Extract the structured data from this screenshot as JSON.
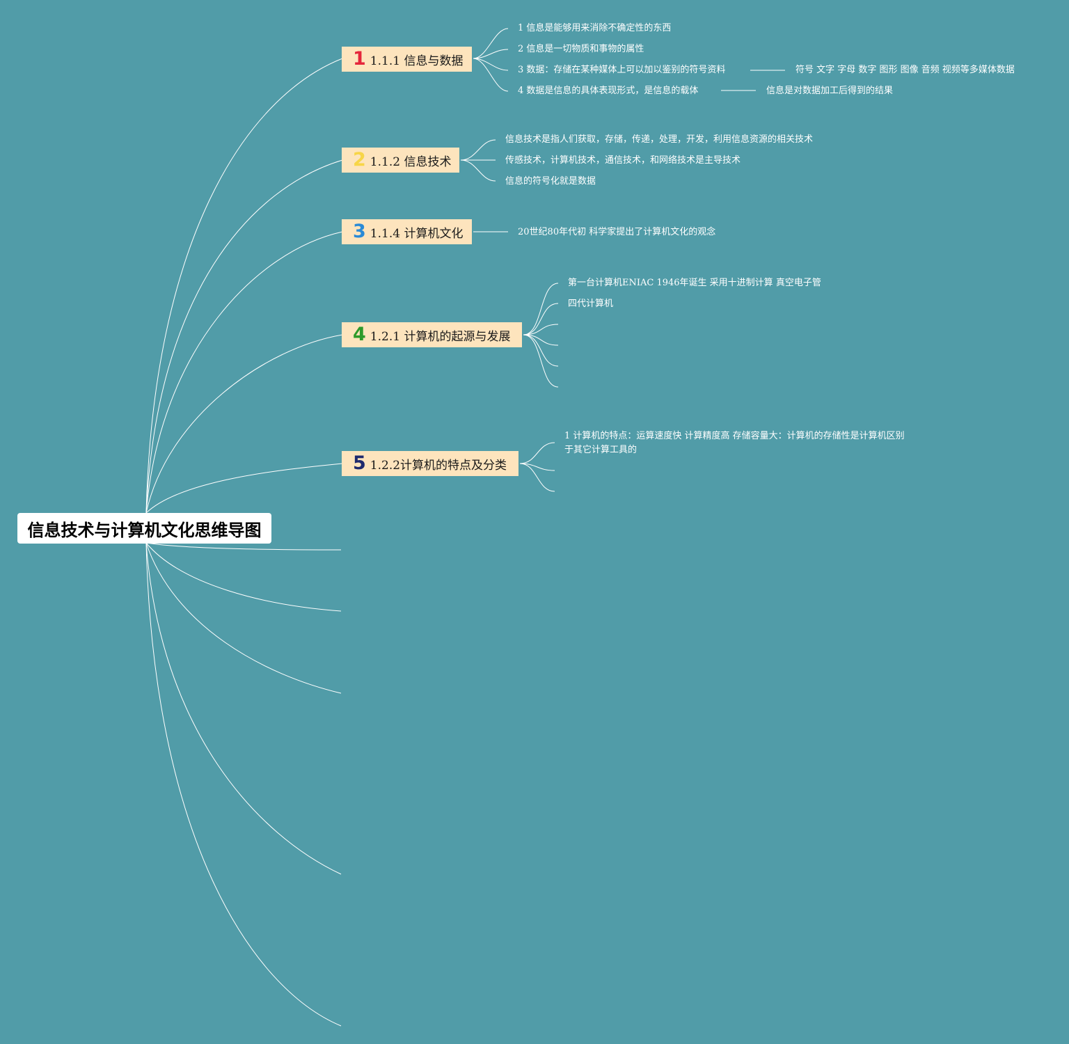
{
  "root": {
    "title": "信息技术与计算机文化思维导图"
  },
  "branches": [
    {
      "badge": "1",
      "badge_color": "#e5263b",
      "label": "1.1.1 信息与数据",
      "items": [
        {
          "text": "1 信息是能够用来消除不确定性的东西"
        },
        {
          "text": "2 信息是一切物质和事物的属性"
        },
        {
          "text": "3 数据：存储在某种媒体上可以加以鉴别的符号资料",
          "child": "符号 文字 字母 数字 图形 图像 音频 视频等多媒体数据"
        },
        {
          "text": "4 数据是信息的具体表现形式，是信息的载体",
          "child": "信息是对数据加工后得到的结果"
        }
      ]
    },
    {
      "badge": "2",
      "badge_color": "#f7d548",
      "label": "1.1.2 信息技术",
      "items": [
        {
          "text": "信息技术是指人们获取，存储，传递，处理，开发，利用信息资源的相关技术"
        },
        {
          "text": "传感技术，计算机技术，通信技术，和网络技术是主导技术"
        },
        {
          "text": "信息的符号化就是数据"
        }
      ]
    },
    {
      "badge": "3",
      "badge_color": "#2a8ad6",
      "label": "1.1.4 计算机文化",
      "items": [
        {
          "text": "20世纪80年代初 科学家提出了计算机文化的观念"
        }
      ]
    },
    {
      "badge": "4",
      "badge_color": "#2e9a2a",
      "label": "1.2.1 计算机的起源与发展",
      "items": [
        {
          "text": "第一台计算机ENIAC 1946年诞生 采用十进制计算 真空电子管"
        },
        {
          "text": "四代计算机"
        }
      ]
    },
    {
      "badge": "5",
      "badge_color": "#1f2a6e",
      "label": "1.2.2计算机的特点及分类",
      "items": [
        {
          "text": "1 计算机的特点：运算速度快 计算精度高 存储容量大：计算机的存储性是计算机区别于其它计算工具的"
        }
      ]
    }
  ]
}
